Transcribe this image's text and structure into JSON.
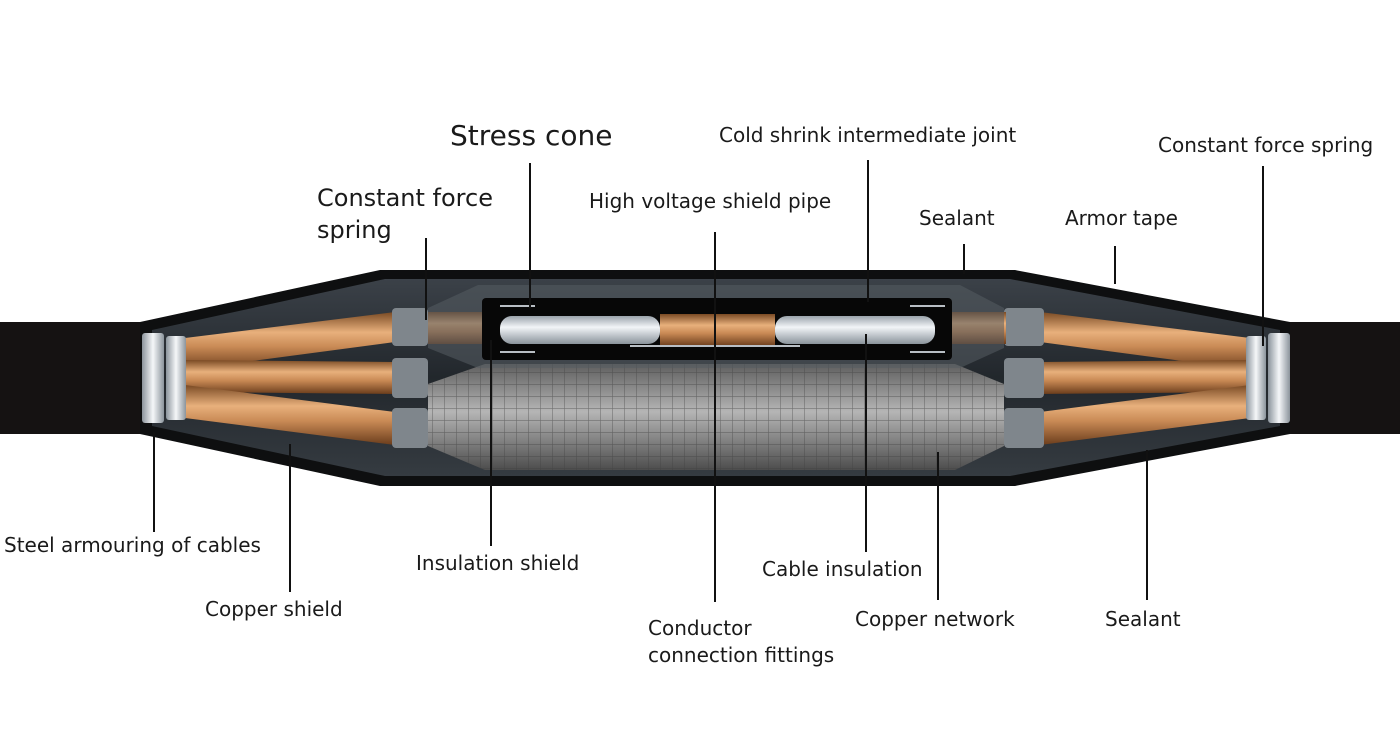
{
  "labels": {
    "stress_cone": "Stress cone",
    "cold_shrink_joint": "Cold shrink intermediate joint",
    "constant_force_spring_right": "Constant force spring",
    "constant_force_spring_left_line1": "Constant force",
    "constant_force_spring_left_line2": "spring",
    "high_voltage_shield_pipe": "High voltage shield pipe",
    "sealant_top": "Sealant",
    "armor_tape": "Armor tape",
    "steel_armouring": "Steel armouring of cables",
    "copper_shield": "Copper shield",
    "insulation_shield": "Insulation shield",
    "cable_insulation": "Cable insulation",
    "conductor_line1": "Conductor",
    "conductor_line2": "connection fittings",
    "copper_network": "Copper network",
    "sealant_bottom": "Sealant"
  },
  "colors": {
    "cable_jacket": "#151212",
    "joint_body": "#262a2f",
    "copper": "#c98a55",
    "mesh": "#8f8f8f",
    "silver": "#d8dde2",
    "leader_line": "#111111"
  }
}
